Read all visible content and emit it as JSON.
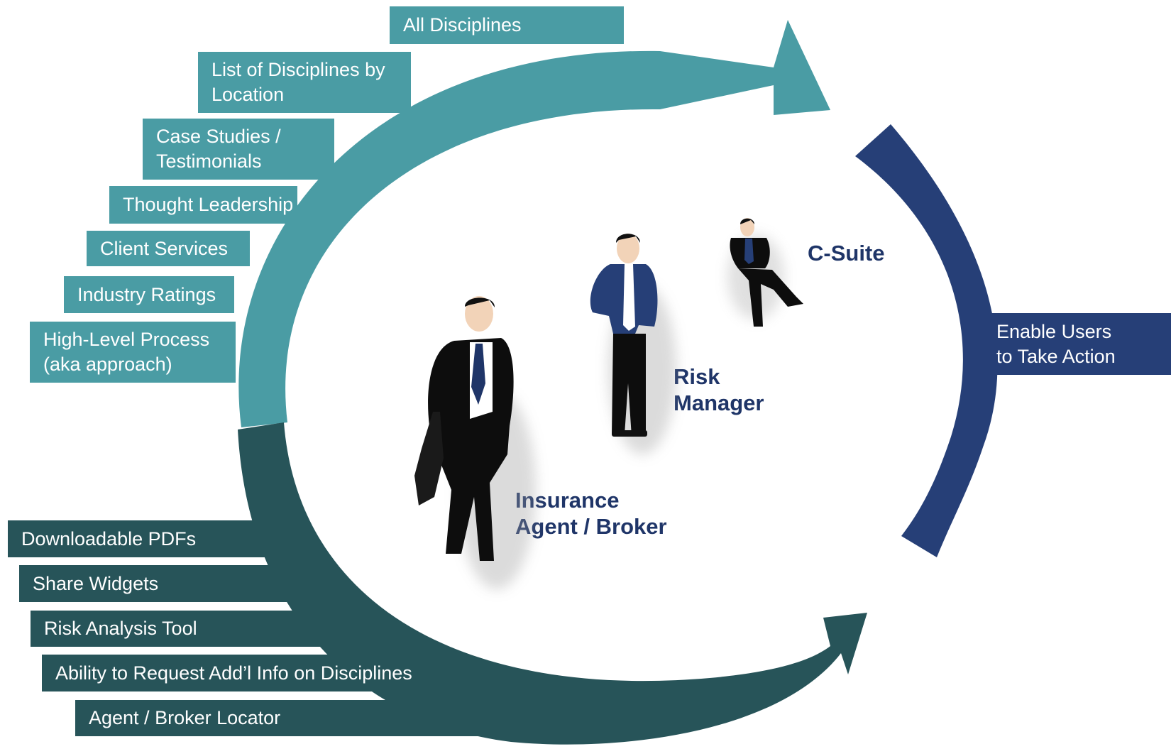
{
  "colors": {
    "teal": "#4a9ca4",
    "dark_teal": "#275459",
    "navy": "#263f77",
    "role_text": "#1f3568"
  },
  "top_arc_tabs": [
    {
      "label": "All Disciplines"
    },
    {
      "label": "List of Disciplines by\nLocation"
    },
    {
      "label": "Case Studies /\nTestimonials"
    },
    {
      "label": "Thought Leadership"
    },
    {
      "label": "Client Services"
    },
    {
      "label": "Industry Ratings"
    },
    {
      "label": "High-Level Process\n(aka approach)"
    }
  ],
  "bottom_arc_tabs": [
    {
      "label": "Downloadable PDFs"
    },
    {
      "label": "Share Widgets"
    },
    {
      "label": "Risk Analysis Tool"
    },
    {
      "label": "Ability to Request Add’l Info on Disciplines"
    },
    {
      "label": "Agent / Broker Locator"
    }
  ],
  "right_arc_tab": {
    "label": "Enable Users\nto Take Action"
  },
  "roles": {
    "c_suite": "C-Suite",
    "risk_manager": "Risk\nManager",
    "agent_broker": "Insurance\nAgent / Broker"
  },
  "figures": [
    {
      "icon": "businessman-walking-icon"
    },
    {
      "icon": "businessman-standing-icon"
    },
    {
      "icon": "businessman-seated-icon"
    }
  ]
}
